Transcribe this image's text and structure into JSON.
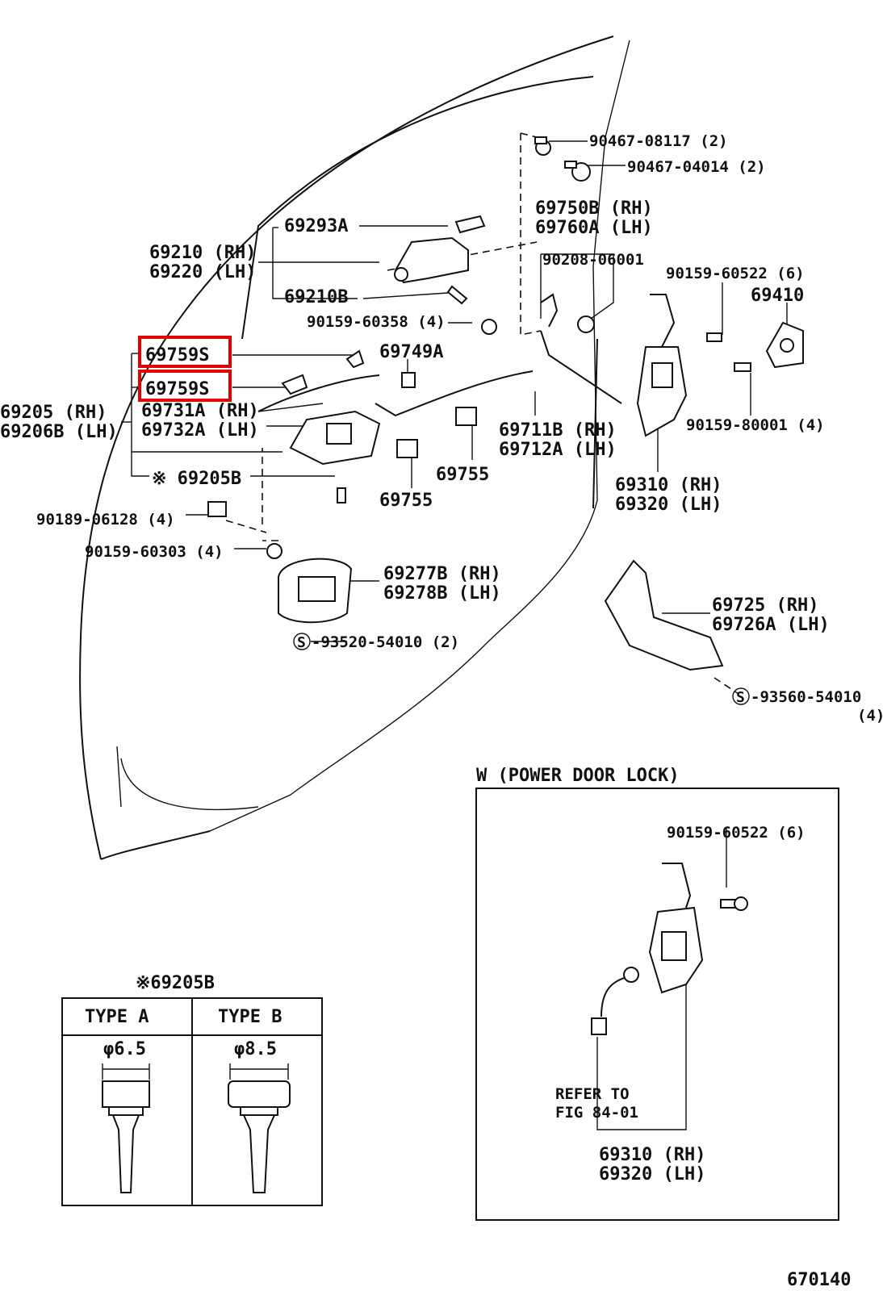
{
  "labels": {
    "p90467_08117": "90467-08117 (2)",
    "p90467_04014": "90467-04014 (2)",
    "p69750b": "69750B (RH)",
    "p69760a": "69760A (LH)",
    "p69293a": "69293A",
    "p69210": "69210 (RH)",
    "p69220": "69220 (LH)",
    "p90208": "90208-06001",
    "p90159_60522a": "90159-60522 (6)",
    "p69410": "69410",
    "p69210b": "69210B",
    "p90159_60358": "90159-60358 (4)",
    "p69759s_1": "69759S",
    "p69749a": "69749A",
    "p69759s_2": "69759S",
    "p69205": "69205   (RH)",
    "p69206b": "69206B (LH)",
    "p69731a": "69731A (RH)",
    "p69732a": "69732A (LH)",
    "p69711b": "69711B (RH)",
    "p69712a": "69712A (LH)",
    "p90159_80001": "90159-80001 (4)",
    "p69205b": "※ 69205B",
    "p69755_1": "69755",
    "p69755_2": "69755",
    "p69310a": "69310 (RH)",
    "p69320a": "69320 (LH)",
    "p90189": "90189-06128 (4)",
    "p90159_60303": "90159-60303 (4)",
    "p69277b": "69277B (RH)",
    "p69278b": "69278B (LH)",
    "p69725": "69725   (RH)",
    "p69726a": "69726A (LH)",
    "p93520": "-93520-54010 (2)",
    "p93560": "-93560-54010",
    "p93560_qty": "(4)",
    "s_mark": "S",
    "power_title": "W (POWER  DOOR  LOCK)",
    "p90159_60522b": "90159-60522 (6)",
    "refer1": "REFER  TO",
    "refer2": "FIG  84-01",
    "p69310b": "69310 (RH)",
    "p69320b": "69320 (LH)",
    "table_title": "※69205B",
    "type_a": "TYPE  A",
    "type_b": "TYPE  B",
    "dia_a": "φ6.5",
    "dia_b": "φ8.5",
    "fig_no": "670140"
  },
  "highlight_color": "#e00000"
}
